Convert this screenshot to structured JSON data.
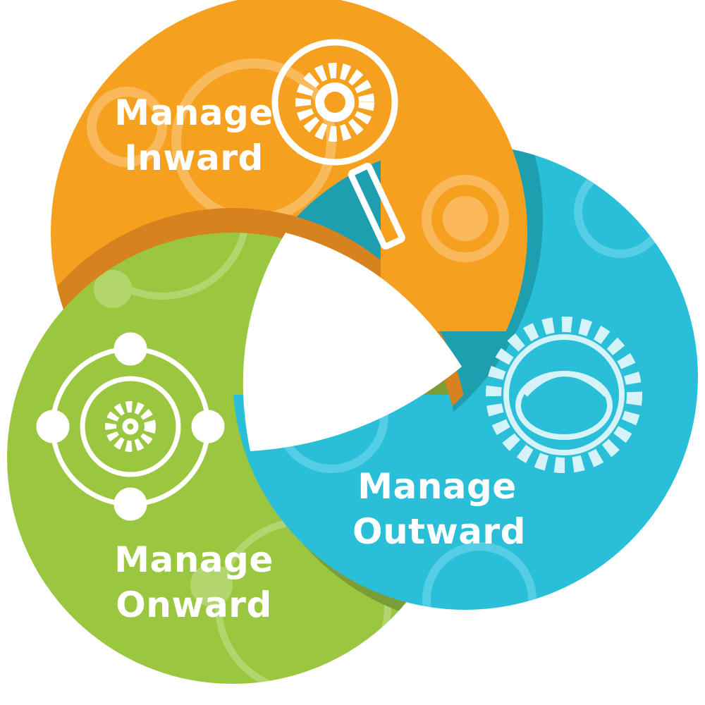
{
  "colors": {
    "inward": "#F6A01F",
    "outward": "#29BFD9",
    "onward": "#9AC73F",
    "inward_shadow": "#D6821E",
    "outward_shadow": "#1E9FB0",
    "onward_shadow": "#7A9E35"
  },
  "segments": [
    {
      "line1": "Manage",
      "line2": "Inward",
      "icon": "magnifier-gear-icon"
    },
    {
      "line1": "Manage",
      "line2": "Outward",
      "icon": "interlocking-gears-icon"
    },
    {
      "line1": "Manage",
      "line2": "Onward",
      "icon": "orbit-gear-icon"
    }
  ]
}
